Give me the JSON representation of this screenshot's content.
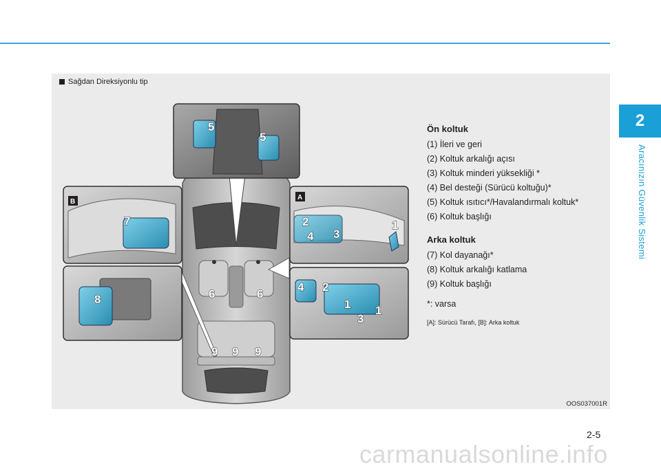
{
  "chapter": {
    "number": "2",
    "title": "Aracınızın Güvenlik Sistemi"
  },
  "figure": {
    "caption": "Sağdan Direksiyonlu tip",
    "code": "OOS037001R",
    "inset_labels": {
      "a": "A",
      "b": "B"
    },
    "callouts": [
      "1",
      "2",
      "3",
      "4",
      "5",
      "6",
      "7",
      "8",
      "9"
    ]
  },
  "legend": {
    "front_heading": "Ön koltuk",
    "front_items": [
      "(1) İleri ve geri",
      "(2) Koltuk arkalığı açısı",
      "(3) Koltuk minderi yüksekliği *",
      "(4) Bel desteği (Sürücü koltuğu)*",
      "(5) Koltuk ısıtıcı*/Havalandırmalı koltuk*",
      "(6) Koltuk başlığı"
    ],
    "rear_heading": "Arka koltuk",
    "rear_items": [
      "(7) Kol dayanağı*",
      "(8) Koltuk arkalığı katlama",
      "(9) Koltuk başlığı"
    ],
    "note": "*: varsa",
    "footnote": "[A]: Sürücü Tarafı, [B]: Arka koltuk"
  },
  "page": {
    "number": "2-5",
    "watermark": "carmanualsonline.info"
  }
}
